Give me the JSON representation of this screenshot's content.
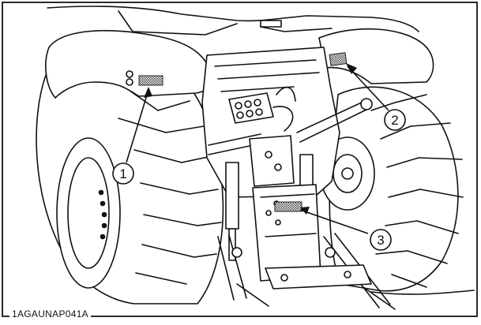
{
  "figure": {
    "callouts": [
      {
        "number": "1",
        "target": "label-left-fender"
      },
      {
        "number": "2",
        "target": "label-right-fender"
      },
      {
        "number": "3",
        "target": "label-drawbar-bracket"
      }
    ],
    "figure_code": "1AGAUNAP041A"
  },
  "colors": {
    "line": "#111111",
    "fill": "#ffffff",
    "label_hatch": "#555555",
    "frame": "#2a2a2a"
  }
}
